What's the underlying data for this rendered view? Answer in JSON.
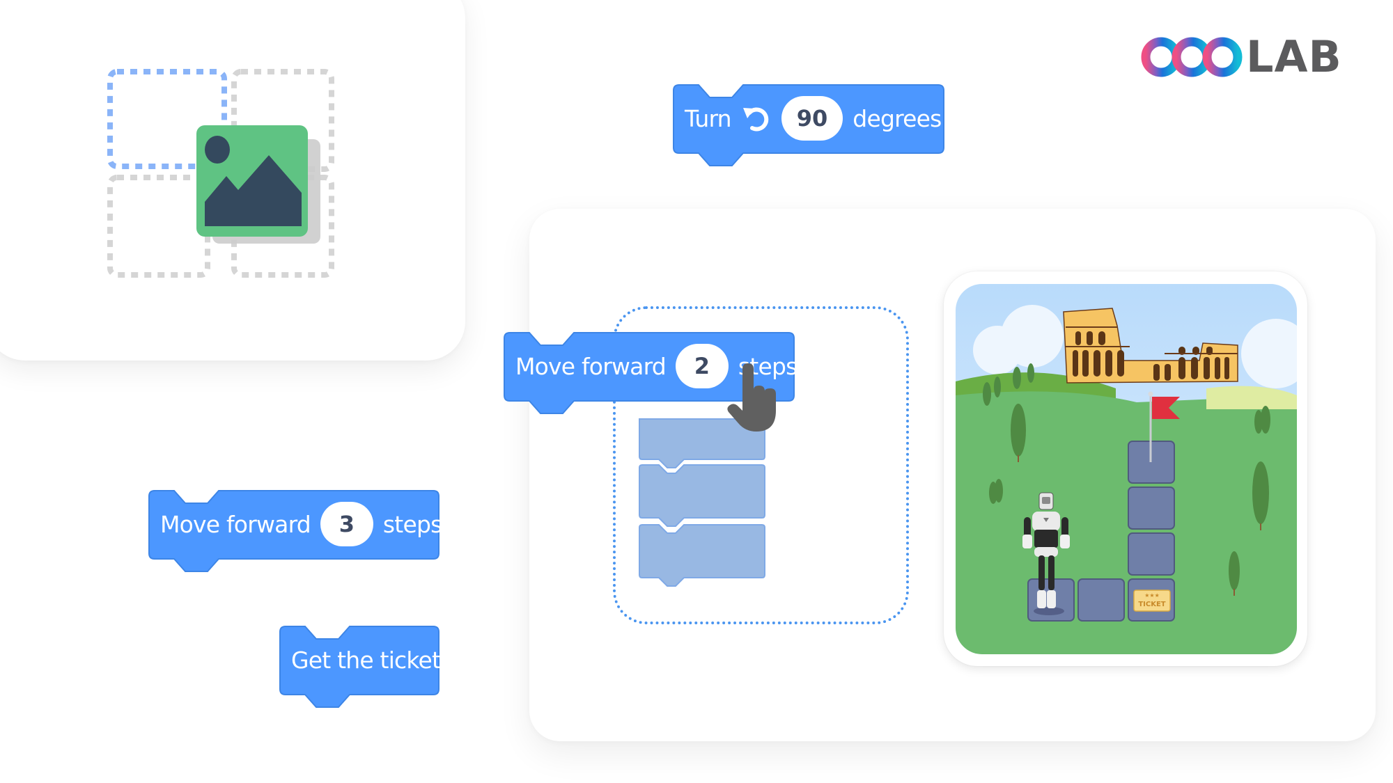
{
  "brand": {
    "logo_text": "LAB",
    "logo_rings": [
      "#ef4f84",
      "#1a73d9",
      "#14bcd6"
    ],
    "text_color": "#5b5b5d"
  },
  "colors": {
    "block_blue": "#4c97ff",
    "block_border": "#3d85e6",
    "ghost_block": "#98b8e3",
    "pill_text": "#3e4a63",
    "dropzone_dots": "#4a95f0",
    "image_icon_green": "#5fc383",
    "image_icon_dark": "#34495e"
  },
  "image_placeholder": {
    "icon": "image-icon",
    "grid_cells": 4,
    "highlighted_cell": "top-left"
  },
  "blocks": {
    "turn": {
      "label": "Turn",
      "icon": "rotate-left-icon",
      "value": "90",
      "suffix": "degrees"
    },
    "move_dragged": {
      "label": "Move forward",
      "value": "2",
      "suffix": "steps"
    },
    "move_palette": {
      "label": "Move forward",
      "value": "3",
      "suffix": "steps"
    },
    "get_ticket": {
      "label": "Get the ticket"
    }
  },
  "workspace": {
    "ghost_slots": 3,
    "cursor": "hand-pointer-icon"
  },
  "game": {
    "landmark": "Colosseum",
    "goal": "flag",
    "ticket_label": "TICKET",
    "ticket_stars": "★★★",
    "character": "robot",
    "path_tiles": 6
  }
}
